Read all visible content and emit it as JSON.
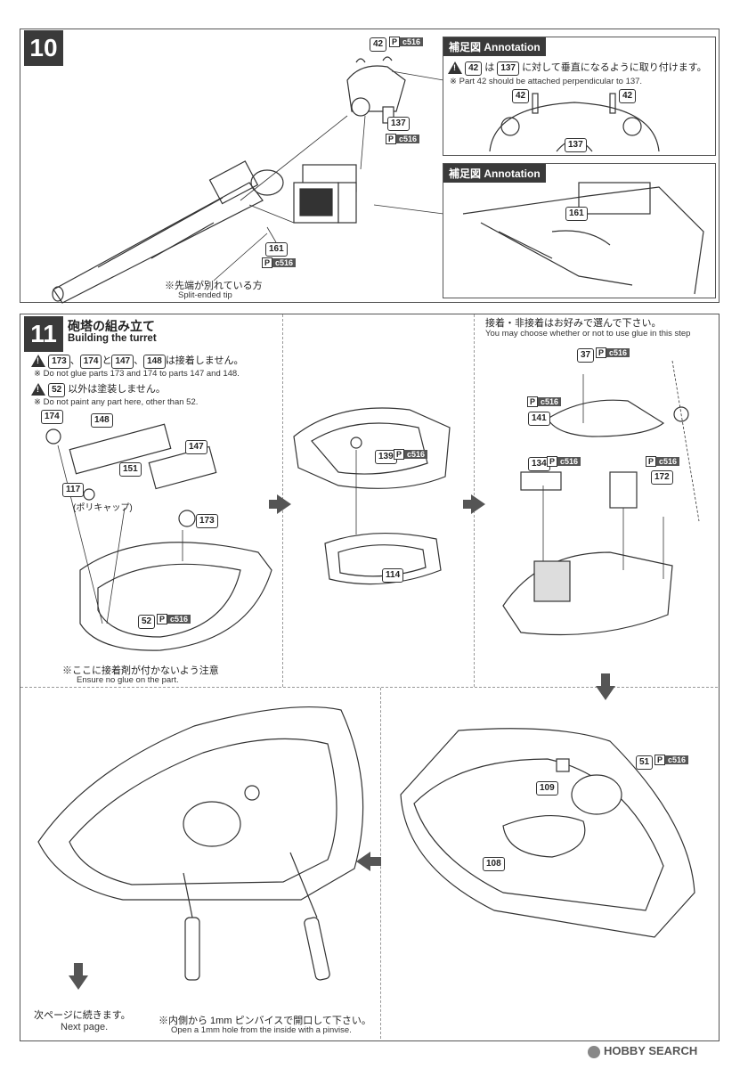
{
  "step10": {
    "number": "10",
    "parts": {
      "p42": "42",
      "p137": "137",
      "p161": "161",
      "pc516": "c516",
      "p": "P"
    },
    "note_jp": "※先端が別れている方",
    "note_en": "Split-ended tip"
  },
  "annotation1": {
    "header": "補足図 Annotation",
    "text_jp": "は",
    "text_jp2": "に対して垂直になるように取り付けます。",
    "text_en": "Part 42 should be attached perpendicular to 137.",
    "ref_a": "42",
    "ref_b": "137",
    "labels": [
      "42",
      "42",
      "137"
    ]
  },
  "annotation2": {
    "header": "補足図 Annotation",
    "label": "161"
  },
  "step11": {
    "number": "11",
    "title_jp": "砲塔の組み立て",
    "title_en": "Building the turret",
    "warn1_jp": "は接着しません。",
    "warn1_parts": [
      "173",
      "174",
      "147",
      "148"
    ],
    "warn1_en": "Do not glue parts 173 and 174 to parts 147 and 148.",
    "warn2_part": "52",
    "warn2_jp": "以外は塗装しません。",
    "warn2_en": "Do not paint any part here, other than 52.",
    "labels": {
      "p174": "174",
      "p148": "148",
      "p147": "147",
      "p151": "151",
      "p117": "117",
      "p173": "173",
      "p52": "52"
    },
    "polycap": "(ポリキャップ)",
    "glue_note_jp": "※ここに接着剤が付かないよう注意",
    "glue_note_en": "Ensure no glue on the part."
  },
  "middle": {
    "p139": "139",
    "p114": "114"
  },
  "right": {
    "choose_jp": "接着・非接着はお好みで選んで下さい。",
    "choose_en": "You may choose whether or not to use glue in this step",
    "p37": "37",
    "p141": "141",
    "p134": "134",
    "p172": "172"
  },
  "bottom_right": {
    "p51": "51",
    "p109": "109",
    "p108": "108"
  },
  "bottom_left": {
    "next_jp": "次ページに続きます。",
    "next_en": "Next page.",
    "pinvise_jp": "※内側から 1mm ピンバイスで開口して下さい。",
    "pinvise_en": "Open a 1mm hole from the inside with a pinvise."
  },
  "watermark": "HOBBY SEARCH"
}
